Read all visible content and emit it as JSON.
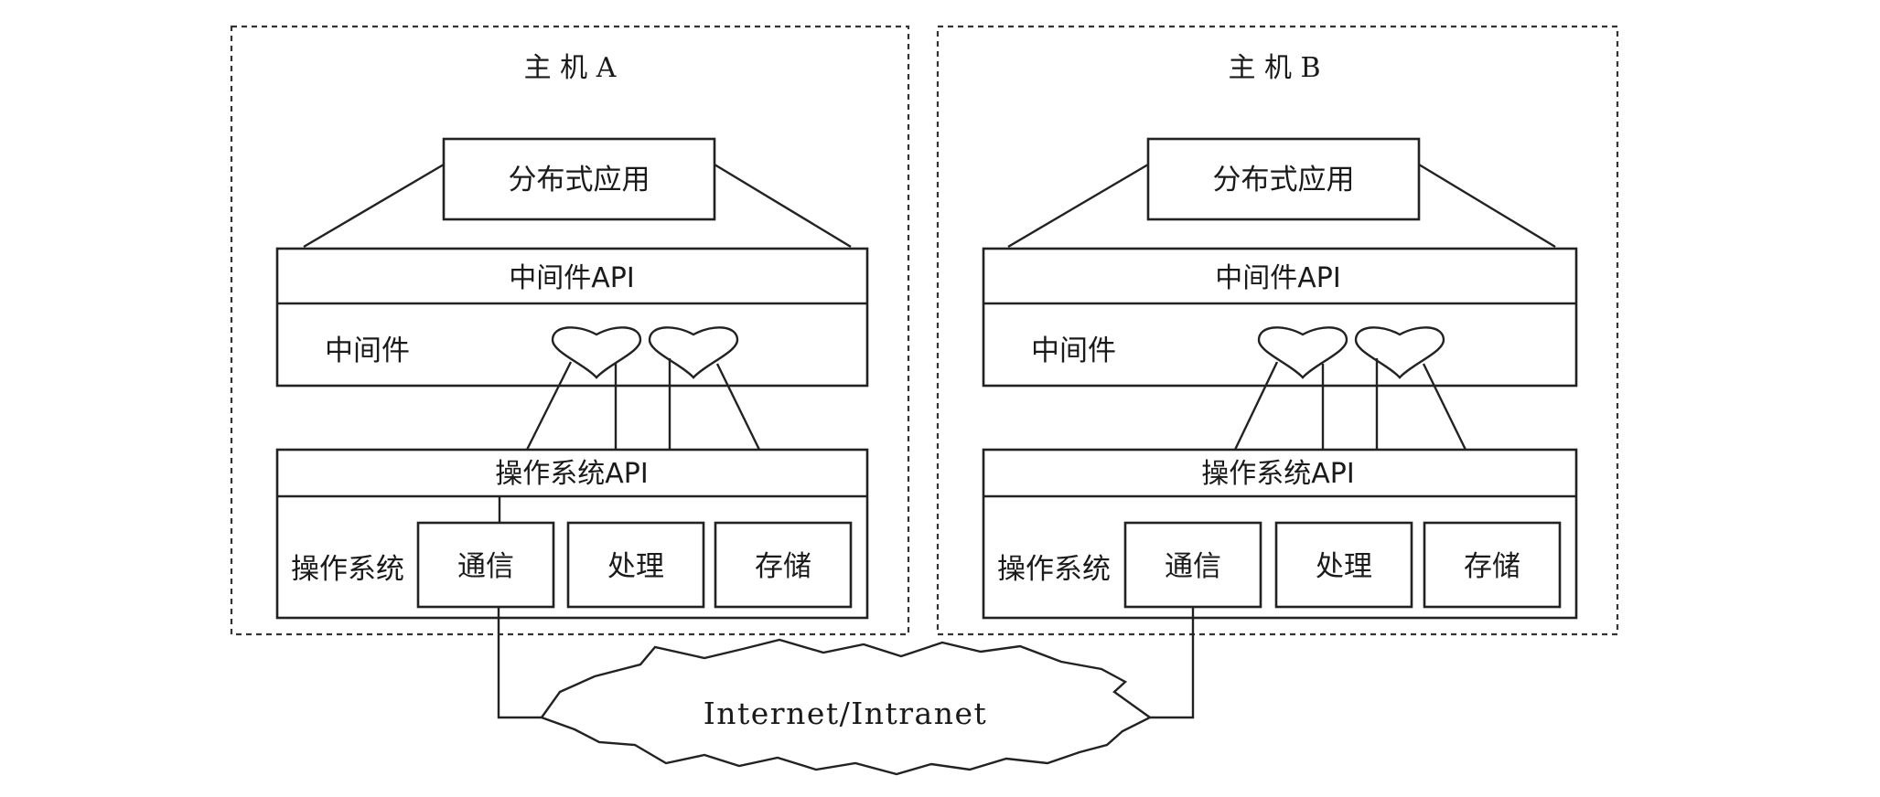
{
  "hosts": [
    {
      "title": "主 机 A",
      "app": "分布式应用",
      "middleware_api": "中间件API",
      "middleware": "中间件",
      "os_api": "操作系统API",
      "os": "操作系统",
      "os_parts": [
        "通信",
        "处理",
        "存储"
      ]
    },
    {
      "title": "主 机 B",
      "app": "分布式应用",
      "middleware_api": "中间件API",
      "middleware": "中间件",
      "os_api": "操作系统API",
      "os": "操作系统",
      "os_parts": [
        "通信",
        "处理",
        "存储"
      ]
    }
  ],
  "network": {
    "label": "Internet/Intranet"
  }
}
